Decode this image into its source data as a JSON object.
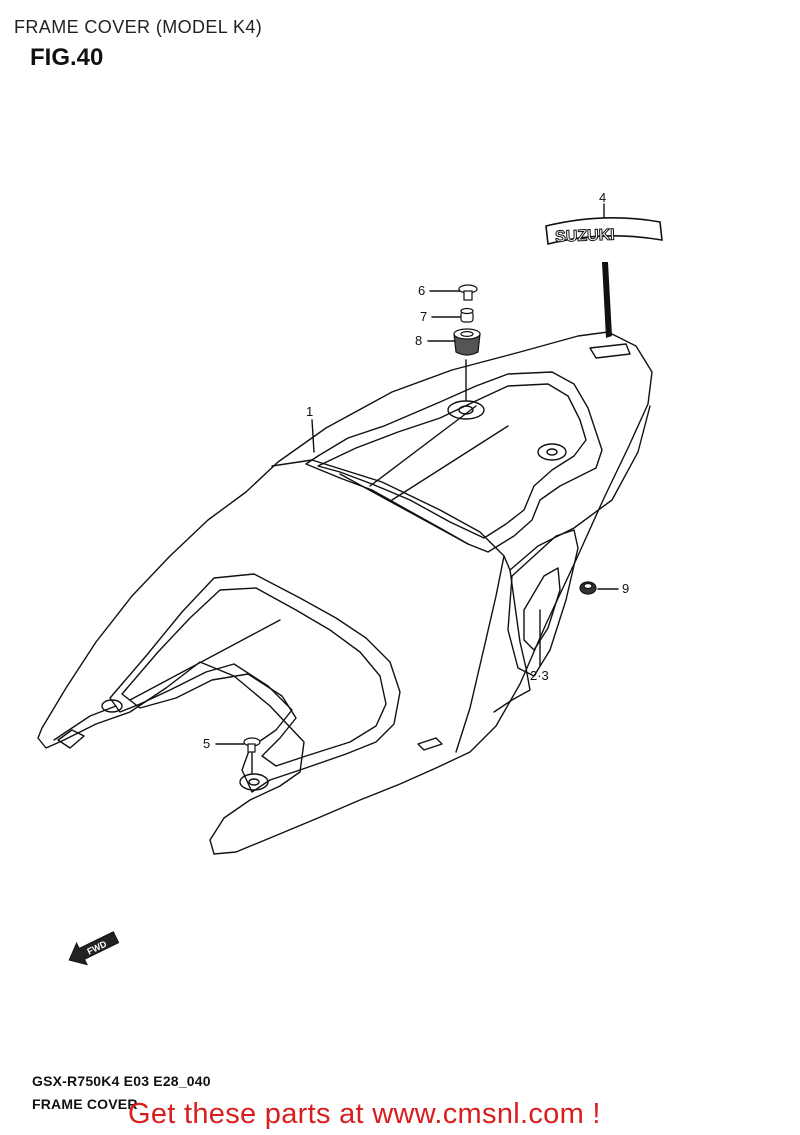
{
  "header": {
    "title": "FRAME COVER (MODEL K4)",
    "figure": "FIG.40"
  },
  "parts": [
    {
      "ref": "1"
    },
    {
      "ref": "2·3"
    },
    {
      "ref": "4"
    },
    {
      "ref": "5"
    },
    {
      "ref": "6"
    },
    {
      "ref": "7"
    },
    {
      "ref": "8"
    },
    {
      "ref": "9"
    }
  ],
  "emblem": {
    "text": "SUZUKI"
  },
  "direction": {
    "text": "FWD"
  },
  "footer": {
    "code": "GSX-R750K4 E03 E28_040",
    "name": "FRAME COVER"
  },
  "promo": "Get these parts at www.cmsnl.com !",
  "colors": {
    "promo": "#d81e1e",
    "line": "#111111"
  }
}
